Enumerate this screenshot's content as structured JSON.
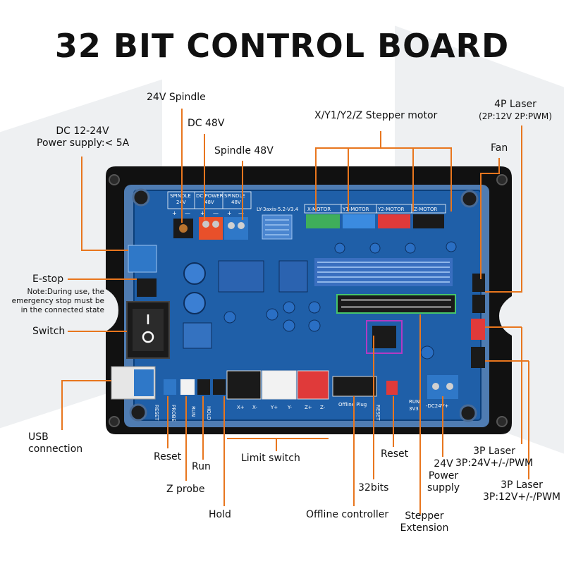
{
  "title": "32 BIT CONTROL BOARD",
  "colors": {
    "accent_line": "#e8761e",
    "board_black": "#111111",
    "pcb_blue": "#1f5fa8",
    "terminal_orange": "#e8502a",
    "terminal_blue": "#2f78c8"
  },
  "labels": {
    "spindle_24v": "24V Spindle",
    "dc_48v": "DC 48V",
    "spindle_48v": "Spindle 48V",
    "dc_power_line1": "DC 12-24V",
    "dc_power_line2": "Power supply:< 5A",
    "stepper": "X/Y1/Y2/Z Stepper motor",
    "laser4p_line1": "4P Laser",
    "laser4p_line2": "(2P:12V 2P:PWM)",
    "fan": "Fan",
    "estop": "E-stop",
    "estop_note_1": "Note:During use, the",
    "estop_note_2": "emergency stop must be",
    "estop_note_3": "in the connected state",
    "switch": "Switch",
    "usb_line1": "USB",
    "usb_line2": "connection",
    "reset_left": "Reset",
    "run": "Run",
    "z_probe": "Z probe",
    "hold": "Hold",
    "limit_switch": "Limit switch",
    "reset_right": "Reset",
    "bits32": "32bits",
    "offline_controller": "Offline controller",
    "power24_line1": "24V",
    "power24_line2": "Power",
    "power24_line3": "supply",
    "stepper_ext_line1": "Stepper",
    "stepper_ext_line2": "Extension",
    "laser3p_24_line1": "3P Laser",
    "laser3p_24_line2": "3P:24V+/-/PWM",
    "laser3p_12_line1": "3P Laser",
    "laser3p_12_line2": "3P:12V+/-/PWM"
  },
  "silkscreen": {
    "spindle24": "SPINDLE",
    "spindle24_v": "24V",
    "dcpower": "DC POWER",
    "dcpower_v": "48V",
    "spindle48": "SPINDLE",
    "spindle48_v": "48V",
    "model": "LY-3axis-5.2-V3.4",
    "x_motor": "X-MOTOR",
    "y1_motor": "Y1-MOTOR",
    "y2_motor": "Y2-MOTOR",
    "z_motor": "Z-MOTOR",
    "reset": "RESET",
    "probe": "PROBE",
    "run": "RUN",
    "hold": "HOLD",
    "x_plus": "X+",
    "x_minus": "X-",
    "y_plus": "Y+",
    "y_minus": "Y-",
    "z_plus": "Z+",
    "z_minus": "Z-",
    "offline_plug": "Offline Plug",
    "reset2": "RESET",
    "run2": "RUN",
    "v33": "3V3",
    "dc24": "-DC24V+",
    "plus": "+",
    "minus": "—"
  }
}
